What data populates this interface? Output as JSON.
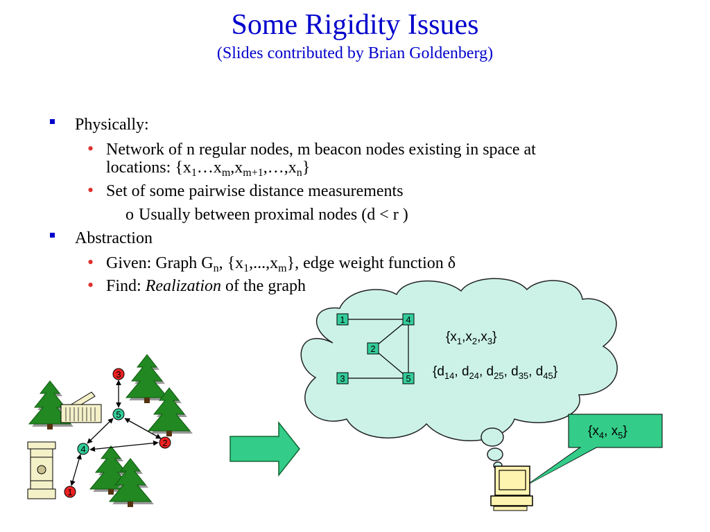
{
  "slide": {
    "title": "Some Rigidity Issues",
    "subtitle": "(Slides contributed by Brian Goldenberg)"
  },
  "colors": {
    "title": "#0000cc",
    "cloud": "#ccf2e8",
    "node": "#33cc99",
    "beacon": "#ee2222",
    "arrow": "#33cc88"
  },
  "bullets": {
    "b1": "Physically:",
    "b1a_pre": "Network of n regular nodes, m beacon nodes existing in space at",
    "b1a_line2_pre": "locations: {x",
    "b1a_s1": "1",
    "b1a_mid1": "…x",
    "b1a_s2": "m",
    "b1a_mid2": ",x",
    "b1a_s3": "m+1",
    "b1a_mid3": ",…,x",
    "b1a_s4": "n",
    "b1a_end": "}",
    "b1b": "Set of some pairwise distance measurements",
    "b1b_o": "o",
    "b1b_i": "Usually between proximal nodes (d < r )",
    "b2": "Abstraction",
    "b2a_pre": "Given: Graph G",
    "b2a_s1": "n",
    "b2a_mid1": ", {x",
    "b2a_s2": "1",
    "b2a_mid2": ",...,x",
    "b2a_s3": "m",
    "b2a_end": "}, edge weight function δ",
    "b2b_pre": "Find: ",
    "b2b_it": "Realization",
    "b2b_end": " of the graph"
  },
  "cloud": {
    "graph_nodes": [
      "1",
      "4",
      "2",
      "3",
      "5"
    ],
    "beacons_pre": "{x",
    "beacons_s1": "1",
    "beacons_m1": ",x",
    "beacons_s2": "2",
    "beacons_m2": ",x",
    "beacons_s3": "3",
    "beacons_end": "}",
    "dist": {
      "open": "{d",
      "s1": "14",
      "c1": ", d",
      "s2": "24",
      "c2": ", d",
      "s3": "25",
      "c3": ", d",
      "s4": "35",
      "c4": ", d",
      "s5": "45",
      "close": "}"
    }
  },
  "callout": {
    "pre": "{x",
    "s1": "4",
    "mid": ", x",
    "s2": "5",
    "end": "}"
  },
  "scene": {
    "node_labels": [
      "3",
      "5",
      "2",
      "4",
      "1"
    ]
  }
}
